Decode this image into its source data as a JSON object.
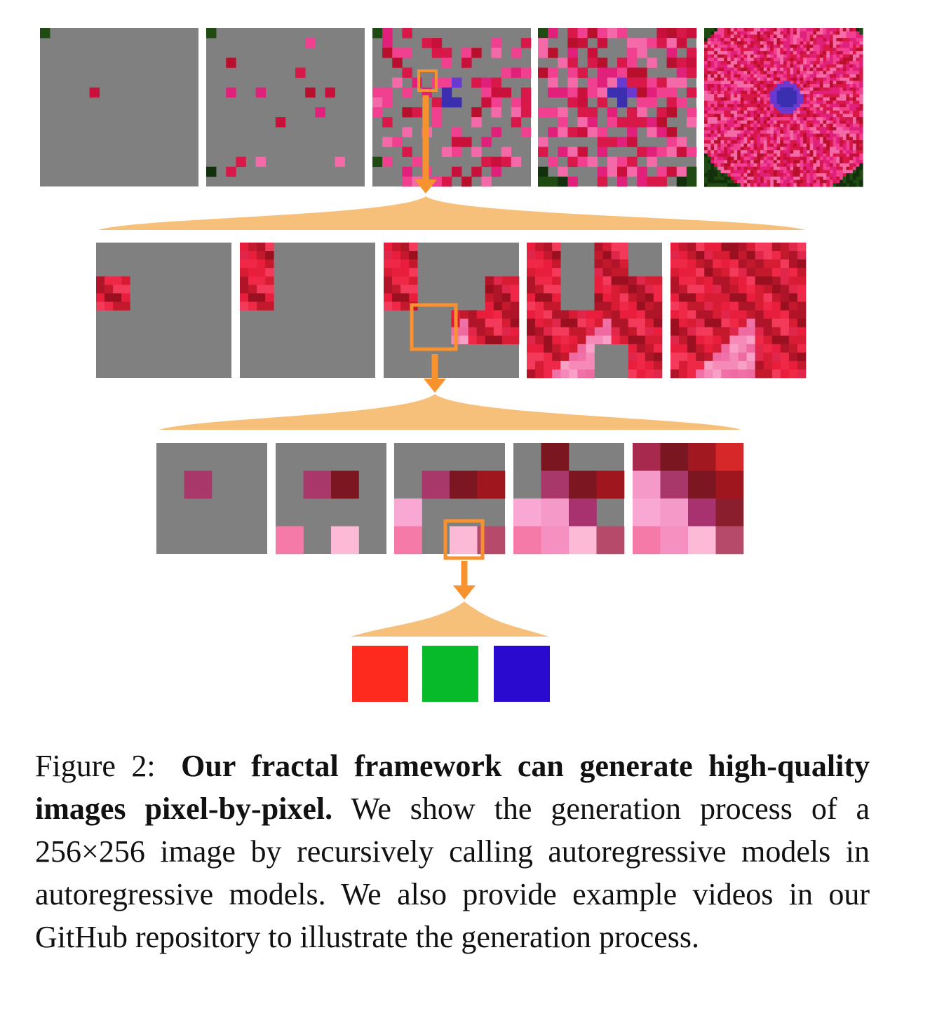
{
  "figure": {
    "colors": {
      "mask_gray": "#808080",
      "arrow_orange": "#F7922E",
      "fan_orange": "#F7C07A",
      "pixel_red": "#FF2A1E",
      "pixel_green": "#06BA2A",
      "pixel_blue": "#2A0ACF"
    },
    "levels": [
      {
        "description": "level 1: image-level autoregressive generation, 5 steps",
        "grid": 16,
        "panels": 5
      },
      {
        "description": "level 2: patch-level autoregressive generation, 5 steps",
        "grid": 16,
        "panels": 5
      },
      {
        "description": "level 3: 4x4 pixel patch generation, 5 steps",
        "grid": 4,
        "panels": 5
      },
      {
        "description": "level 4: single pixel channels",
        "channels": [
          "R",
          "G",
          "B"
        ]
      }
    ]
  },
  "caption": {
    "label": "Figure 2:",
    "bold": "Our fractal framework can generate high-quality images pixel-by-pixel.",
    "text": "We show the generation process of a 256×256 image by recursively calling autoregressive models in autoregressive models. We also provide example videos in our GitHub repository to illustrate the generation process."
  }
}
